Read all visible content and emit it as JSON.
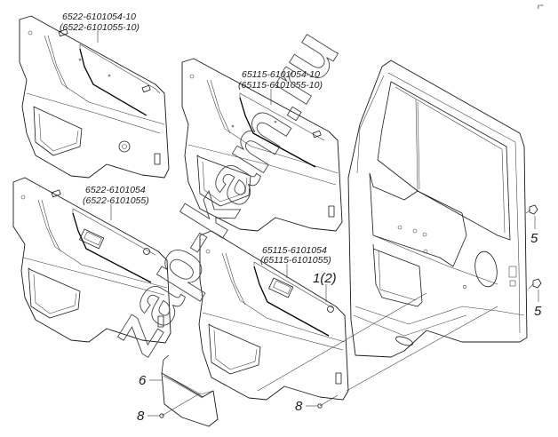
{
  "diagram": {
    "title": "Door trim panels exploded view",
    "corner_mark": "r⁼",
    "watermark": "zap-kam.ru",
    "part_labels": [
      {
        "id": "panel-top-left",
        "line1": "6522-6101054-10",
        "line2": "(6522-6101055-10)"
      },
      {
        "id": "panel-top-right",
        "line1": "65115-6101054-10",
        "line2": "(65115-6101055-10)"
      },
      {
        "id": "panel-mid-left",
        "line1": "6522-6101054",
        "line2": "(6522-6101055)"
      },
      {
        "id": "panel-mid-right",
        "line1": "65115-6101054",
        "line2": "(65115-6101055)"
      }
    ],
    "callouts": [
      {
        "id": "door-frame",
        "text": "1(2)"
      },
      {
        "id": "clip-upper",
        "text": "5"
      },
      {
        "id": "clip-lower",
        "text": "5"
      },
      {
        "id": "pocket",
        "text": "6"
      },
      {
        "id": "screw-left",
        "text": "8"
      },
      {
        "id": "screw-right",
        "text": "8"
      }
    ]
  }
}
